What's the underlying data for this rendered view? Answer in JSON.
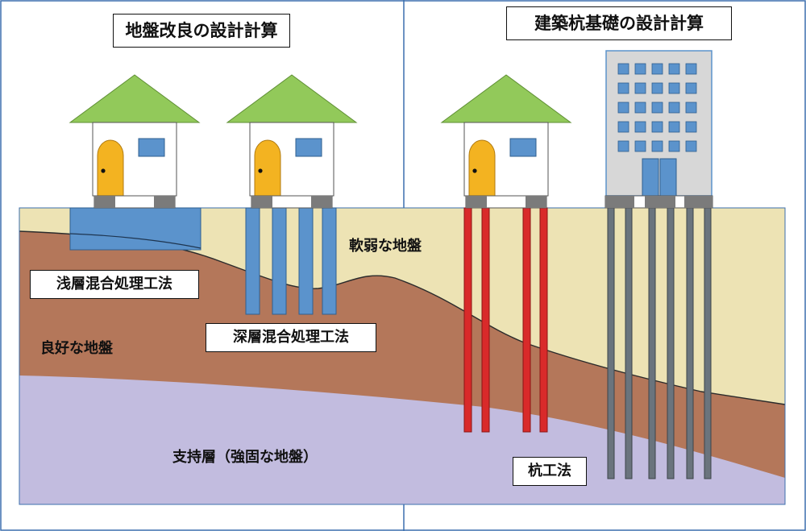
{
  "left_panel": {
    "title": "地盤改良の設計計算",
    "shallow_method": "浅層混合処理工法",
    "deep_method": "深層混合処理工法",
    "good_ground": "良好な地盤",
    "bearing_layer": "支持層（強固な地盤）"
  },
  "right_panel": {
    "title": "建築杭基礎の設計計算",
    "soft_ground": "軟弱な地盤",
    "pile_method": "杭工法"
  },
  "colors": {
    "soft_soil": "#ede3b4",
    "good_soil": "#b4775a",
    "bearing_soil": "#c2bcdf",
    "roof": "#92c95a",
    "door": "#f3b321",
    "window": "#5b93cc",
    "improvement_column": "#5b93cc",
    "steel_pile": "#d92a2a",
    "concrete_pile": "#6a747d",
    "footing": "#7b7b7b",
    "building_facade": "#d7d7d7",
    "frame_line": "#3c6fae"
  }
}
